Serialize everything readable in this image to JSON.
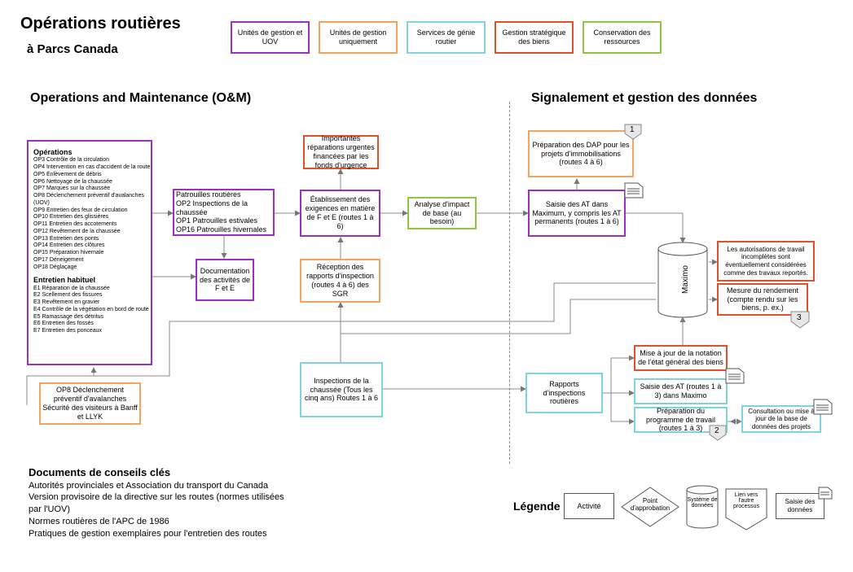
{
  "header": {
    "title": "Opérations routières",
    "subtitle": "à Parcs Canada"
  },
  "top_legend": [
    {
      "label": "Unités de gestion et UOV",
      "color": "#9b30c9"
    },
    {
      "label": "Unités de gestion uniquement",
      "color": "#f4a460"
    },
    {
      "label": "Services de génie routier",
      "color": "#7fd3df"
    },
    {
      "label": "Gestion stratégique des biens",
      "color": "#e0502a"
    },
    {
      "label": "Conservation des ressources",
      "color": "#8dc63f"
    }
  ],
  "sections": {
    "left": "Operations and Maintenance (O&M)",
    "right": "Signalement et gestion des données"
  },
  "operations": {
    "heading": "Opérations",
    "items": [
      "OP3 Contrôle de la circulation",
      "OP4 Intervention en cas d'accident de la route",
      "OP5 Enlèvement de débris",
      "OP6 Nettoyage de la chaussée",
      "OP7 Marques sur la chaussée",
      "OP8 Déclenchement préventif d'avalanches (UOV)",
      "OP9 Entretien des feux de circulation",
      "OP10 Entretien des glissières",
      "OP11 Entretien des accotements",
      "OP12 Revêtement de la chaussée",
      "OP13 Entretien des ponts",
      "OP14 Entretien des clôtures",
      "OP15 Préparation hivernale",
      "OP17 Déneigement",
      "OP18 Déglaçage"
    ],
    "heading2": "Entretien habituel",
    "items2": [
      "E1 Réparation de la chaussée",
      "E2 Scellement des fissures",
      "E3 Revêtement en gravier",
      "E4 Contrôle de la végétation en bord de route",
      "E5 Ramassage des détritus",
      "E6 Entretien des fossés",
      "E7 Entretien des ponceaux"
    ]
  },
  "nodes": {
    "op8": "OP8 Déclenchement préventif d'avalanches Sécurité des visiteurs à Banff et LLYK",
    "patrouilles": "Patrouilles routières\nOP2 Inspections de la chaussée\nOP1 Patrouilles estivales\nOP16 Patrouilles hivernales",
    "documentation": "Documentation des activités de F et E",
    "reparations": "Importantes réparations urgentes financées par les fonds d'urgence",
    "etablissement": "Établissement des exigences en matière de F et E (routes 1 à 6)",
    "reception": "Réception des rapports d'inspection (routes 4 à 6) des SGR",
    "analyse": "Analyse d'impact de base (au besoin)",
    "inspections": "Inspections de la chaussée (Tous les cinq ans) Routes 1 à 6",
    "preparation_dap": "Préparation des DAP pour les projets d'immobilisations (routes 4 à 6)",
    "saisie_at": "Saisie des AT dans Maximum, y compris les AT permanents (routes 1 à 6)",
    "maximo": "Maximo",
    "autorisations": "Les autorisations de travail incomplètes sont éventuellement considérées comme des travaux reportés.",
    "mesure": "Mesure du rendement (compte rendu sur les biens, p. ex.)",
    "rapports": "Rapports d'inspections routières",
    "mise_a_jour": "Mise à jour de la notation de l'état général des biens",
    "saisie_at13": "Saisie des AT (routes 1 à 3) dans Maximo",
    "programme": "Préparation du programme de travail (routes 1 à 3)",
    "consultation": "Consultation ou mise à jour de la base de données des projets",
    "badge1": "1",
    "badge2": "2",
    "badge3": "3"
  },
  "documents": {
    "heading": "Documents de conseils clés",
    "lines": [
      "Autorités provinciales et Association du transport du Canada",
      "Version provisoire de la directive sur les routes (normes utilisées par l'UOV)",
      "Normes routières de l'APC de 1986",
      "Pratiques de gestion exemplaires pour l'entretien des routes"
    ]
  },
  "legend": {
    "title": "Légende",
    "activite": "Activité",
    "point": "Point d'approbation",
    "systeme": "Système de données",
    "lien": "Lien vers l'autre processus",
    "saisie": "Saisie des données"
  }
}
